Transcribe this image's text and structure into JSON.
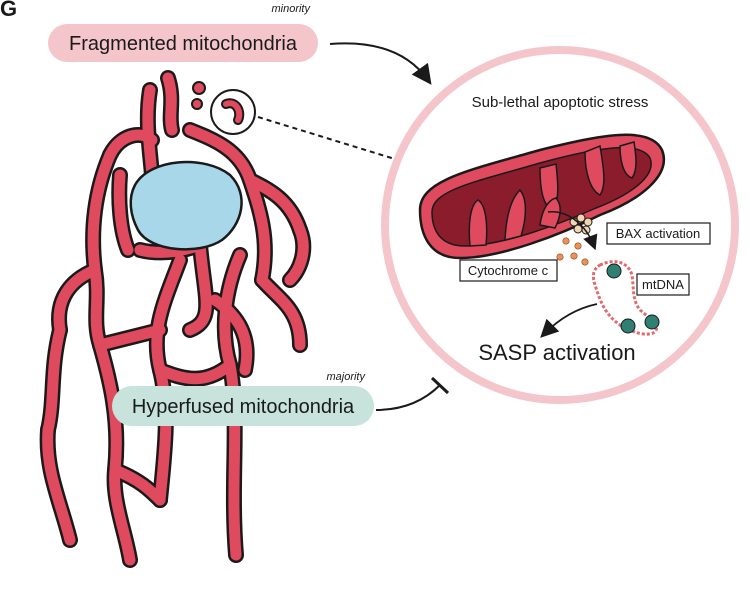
{
  "panel_letter": "G",
  "fragmented": {
    "qualifier": "minority",
    "label": "Fragmented mitochondria",
    "pill_color": "#f4c6cb"
  },
  "hyperfused": {
    "qualifier": "majority",
    "label": "Hyperfused mitochondria",
    "pill_color": "#c7e3dc"
  },
  "zoom": {
    "title": "Sub-lethal apoptotic stress",
    "bax_label": "BAX activation",
    "cytc_label": "Cytochrome c",
    "mtdna_label": "mtDNA",
    "sasp_label": "SASP activation",
    "ring_color": "#f4c6cb"
  },
  "colors": {
    "mito": "#e04a5f",
    "mito_dark": "#8a1c2c",
    "outline": "#1a1a1a",
    "nucleus": "#a9d7ea",
    "cyt_c": "#e8935a",
    "bax": "#f1d4b0",
    "nucleoid": "#2f7f73",
    "dna": "#e36a6a"
  },
  "icons": {
    "activates_arrow": "arrow-head",
    "inhibits_bar": "t-bar"
  }
}
